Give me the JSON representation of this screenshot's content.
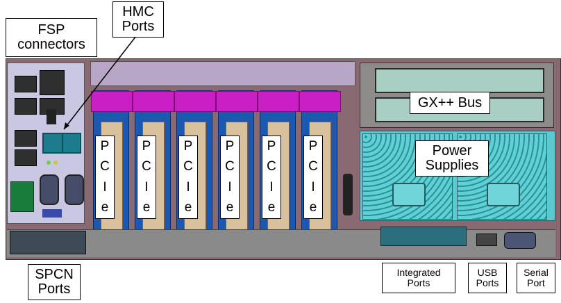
{
  "labels": {
    "fsp_connectors": "FSP\nconnectors",
    "hmc_ports": "HMC\nPorts",
    "gx_bus": "GX++ Bus",
    "power_supplies": "Power\nSupplies",
    "spcn_ports": "SPCN\nPorts",
    "integrated_ports": "Integrated\nPorts",
    "usb_ports": "USB\nPorts",
    "serial_port": "Serial\nPort"
  },
  "pcie_slots": [
    {
      "letters": [
        "P",
        "C",
        "I",
        "e"
      ]
    },
    {
      "letters": [
        "P",
        "C",
        "I",
        "e"
      ]
    },
    {
      "letters": [
        "P",
        "C",
        "I",
        "e"
      ]
    },
    {
      "letters": [
        "P",
        "C",
        "I",
        "e"
      ]
    },
    {
      "letters": [
        "P",
        "C",
        "I",
        "e"
      ]
    },
    {
      "letters": [
        "P",
        "C",
        "I",
        "e"
      ]
    }
  ],
  "colors": {
    "chassis": "#8a6a72",
    "pcie_card": "#1d58b0",
    "pcie_top": "#c91fc4",
    "power_supply": "#5bc9cf",
    "gx_slot": "#a9cfc4",
    "fsp_panel": "#c9c7e2"
  }
}
